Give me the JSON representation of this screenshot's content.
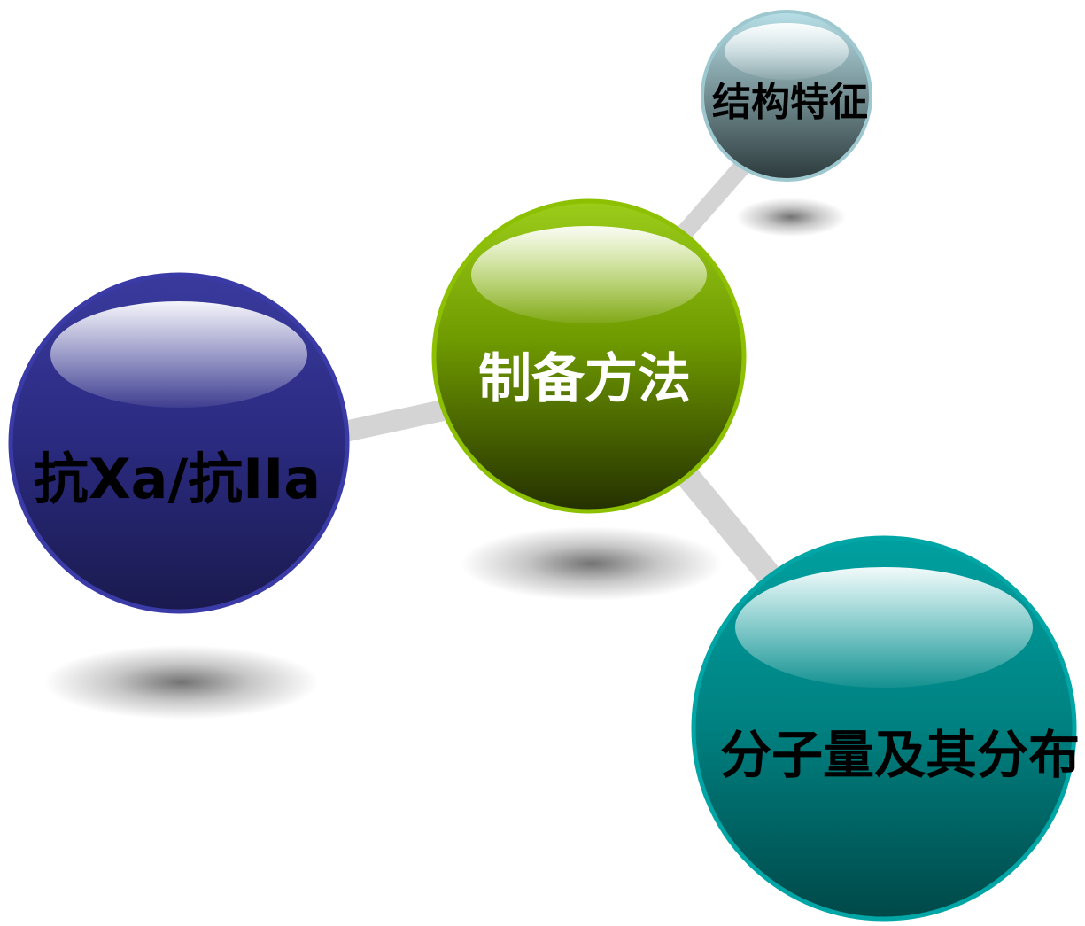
{
  "diagram": {
    "nodes": {
      "center": {
        "label": "制备方法"
      },
      "left": {
        "label": "抗Xa/抗IIa"
      },
      "top_right": {
        "label": "结构特征"
      },
      "bottom_right": {
        "label": "分子量及其分布"
      }
    }
  },
  "colors": {
    "center": "#6f9a00",
    "left": "#2e2e8a",
    "top_right": "#6e8a8e",
    "bottom_right": "#008a8a",
    "connector": "#d6d6d6"
  }
}
